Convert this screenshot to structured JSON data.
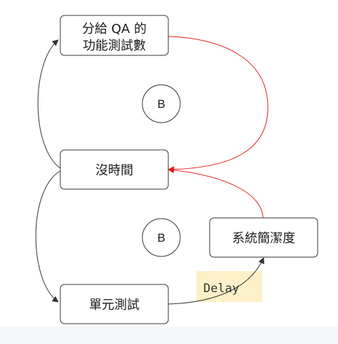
{
  "nodes": {
    "qa_handoff": {
      "line1": "分給 QA 的",
      "line2": "功能測試數"
    },
    "no_time": {
      "label": "沒時間"
    },
    "unit_test": {
      "label": "單元測試"
    },
    "cleanliness": {
      "label": "系統簡潔度"
    }
  },
  "badges": {
    "upper": "B",
    "lower": "B"
  },
  "delay_label": "Delay",
  "colors": {
    "edge_default": "#333333",
    "edge_highlight": "#e0201b",
    "delay_highlight": "#fdf0c8"
  }
}
